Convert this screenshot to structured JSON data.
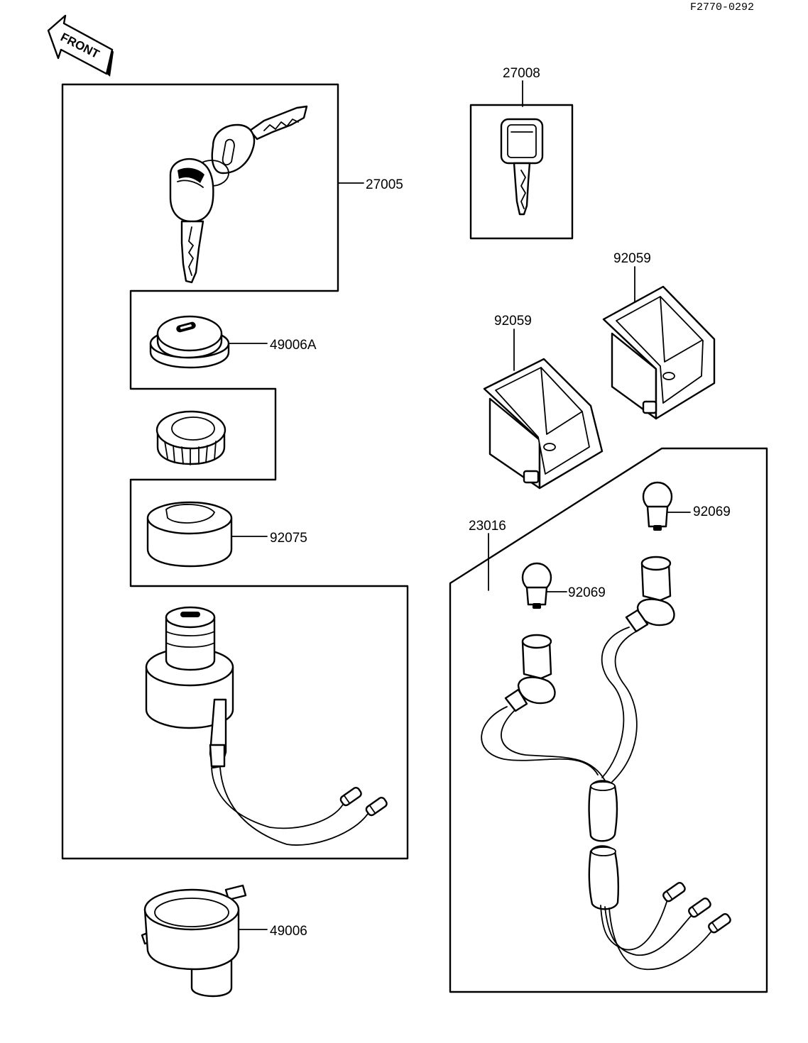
{
  "document_code": "F2770-0292",
  "front_marker": "FRONT",
  "parts": {
    "key_set": "27005",
    "blank_key": "27008",
    "lock_cap": "49006A",
    "ring_seal": "92075",
    "cover": "49006",
    "lamp_socket_right": "92059",
    "lamp_socket_left": "92059",
    "harness": "23016",
    "bulb_upper": "92069",
    "bulb_lower": "92069"
  }
}
